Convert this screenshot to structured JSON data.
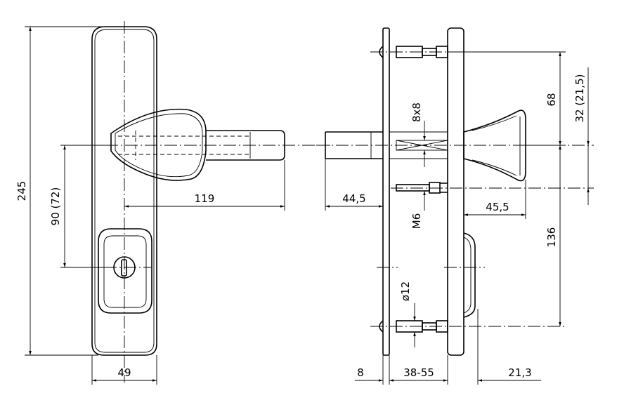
{
  "dimensions": {
    "total_height": "245",
    "spindle_to_key": "90 (72)",
    "lever_length": "119",
    "plate_width": "49",
    "spindle_projection": "44,5",
    "thickness_front": "8",
    "door_thickness": "38-55",
    "rear_knob_projection": "21,3",
    "knob_length": "45,5",
    "square_spindle": "8x8",
    "screw_thread": "M6",
    "screw_diameter": "ø12",
    "screw_to_spindle": "68",
    "knob_offset": "32 (21,5)",
    "spindle_to_lower_screw": "136"
  }
}
